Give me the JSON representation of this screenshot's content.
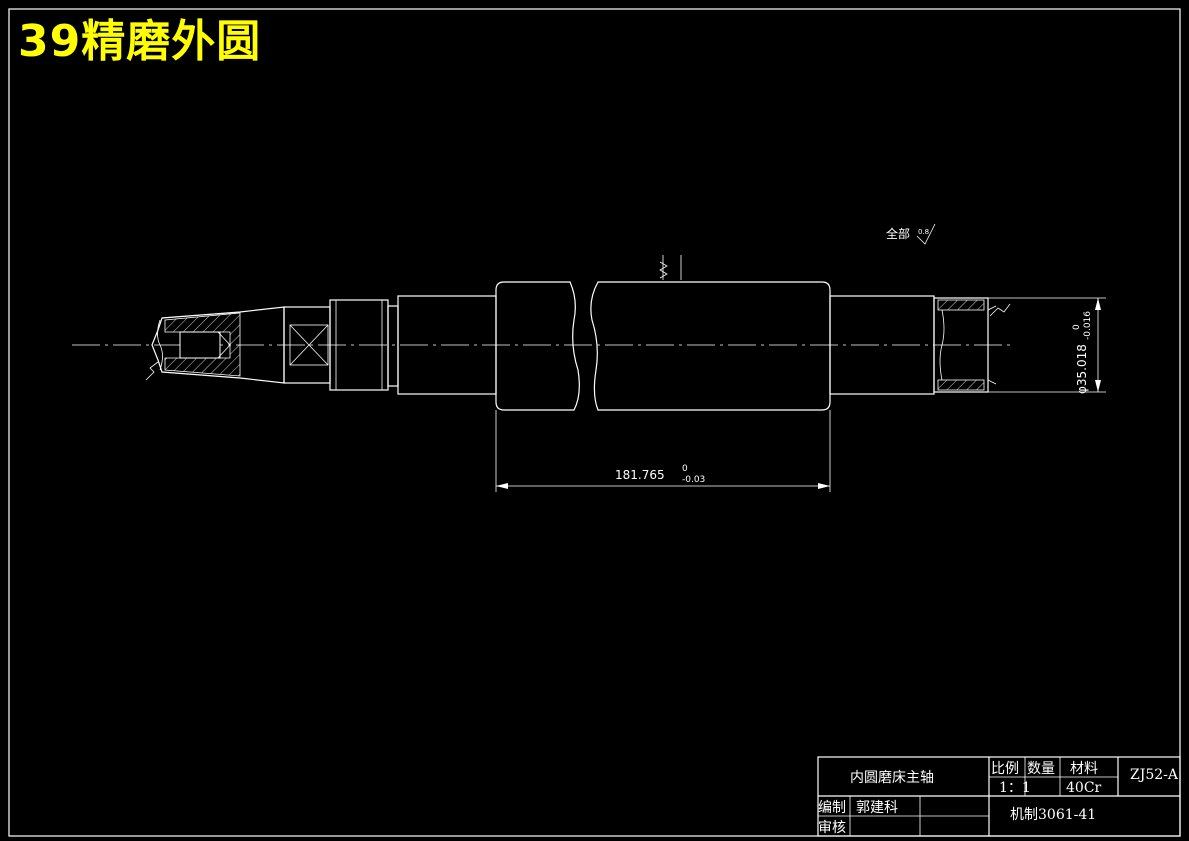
{
  "page_title": "39精磨外圆",
  "annotations": {
    "surface_note": "全部",
    "roughness_value": "0.8",
    "length_dim": "181.765",
    "length_tol_upper": "0",
    "length_tol_lower": "-0.03",
    "diameter_dim": "φ35.018",
    "diameter_tol_upper": "0",
    "diameter_tol_lower": "-0.016"
  },
  "title_block": {
    "part_name": "内圆磨床主轴",
    "scale_label": "比例",
    "scale_value": "1：1",
    "quantity_label": "数量",
    "material_label": "材料",
    "material_value": "40Cr",
    "drawing_code": "ZJ52-A",
    "drawn_by_label": "编制",
    "drawn_by_name": "郭建科",
    "checked_label": "审核",
    "class_label": "机制3061-41"
  }
}
